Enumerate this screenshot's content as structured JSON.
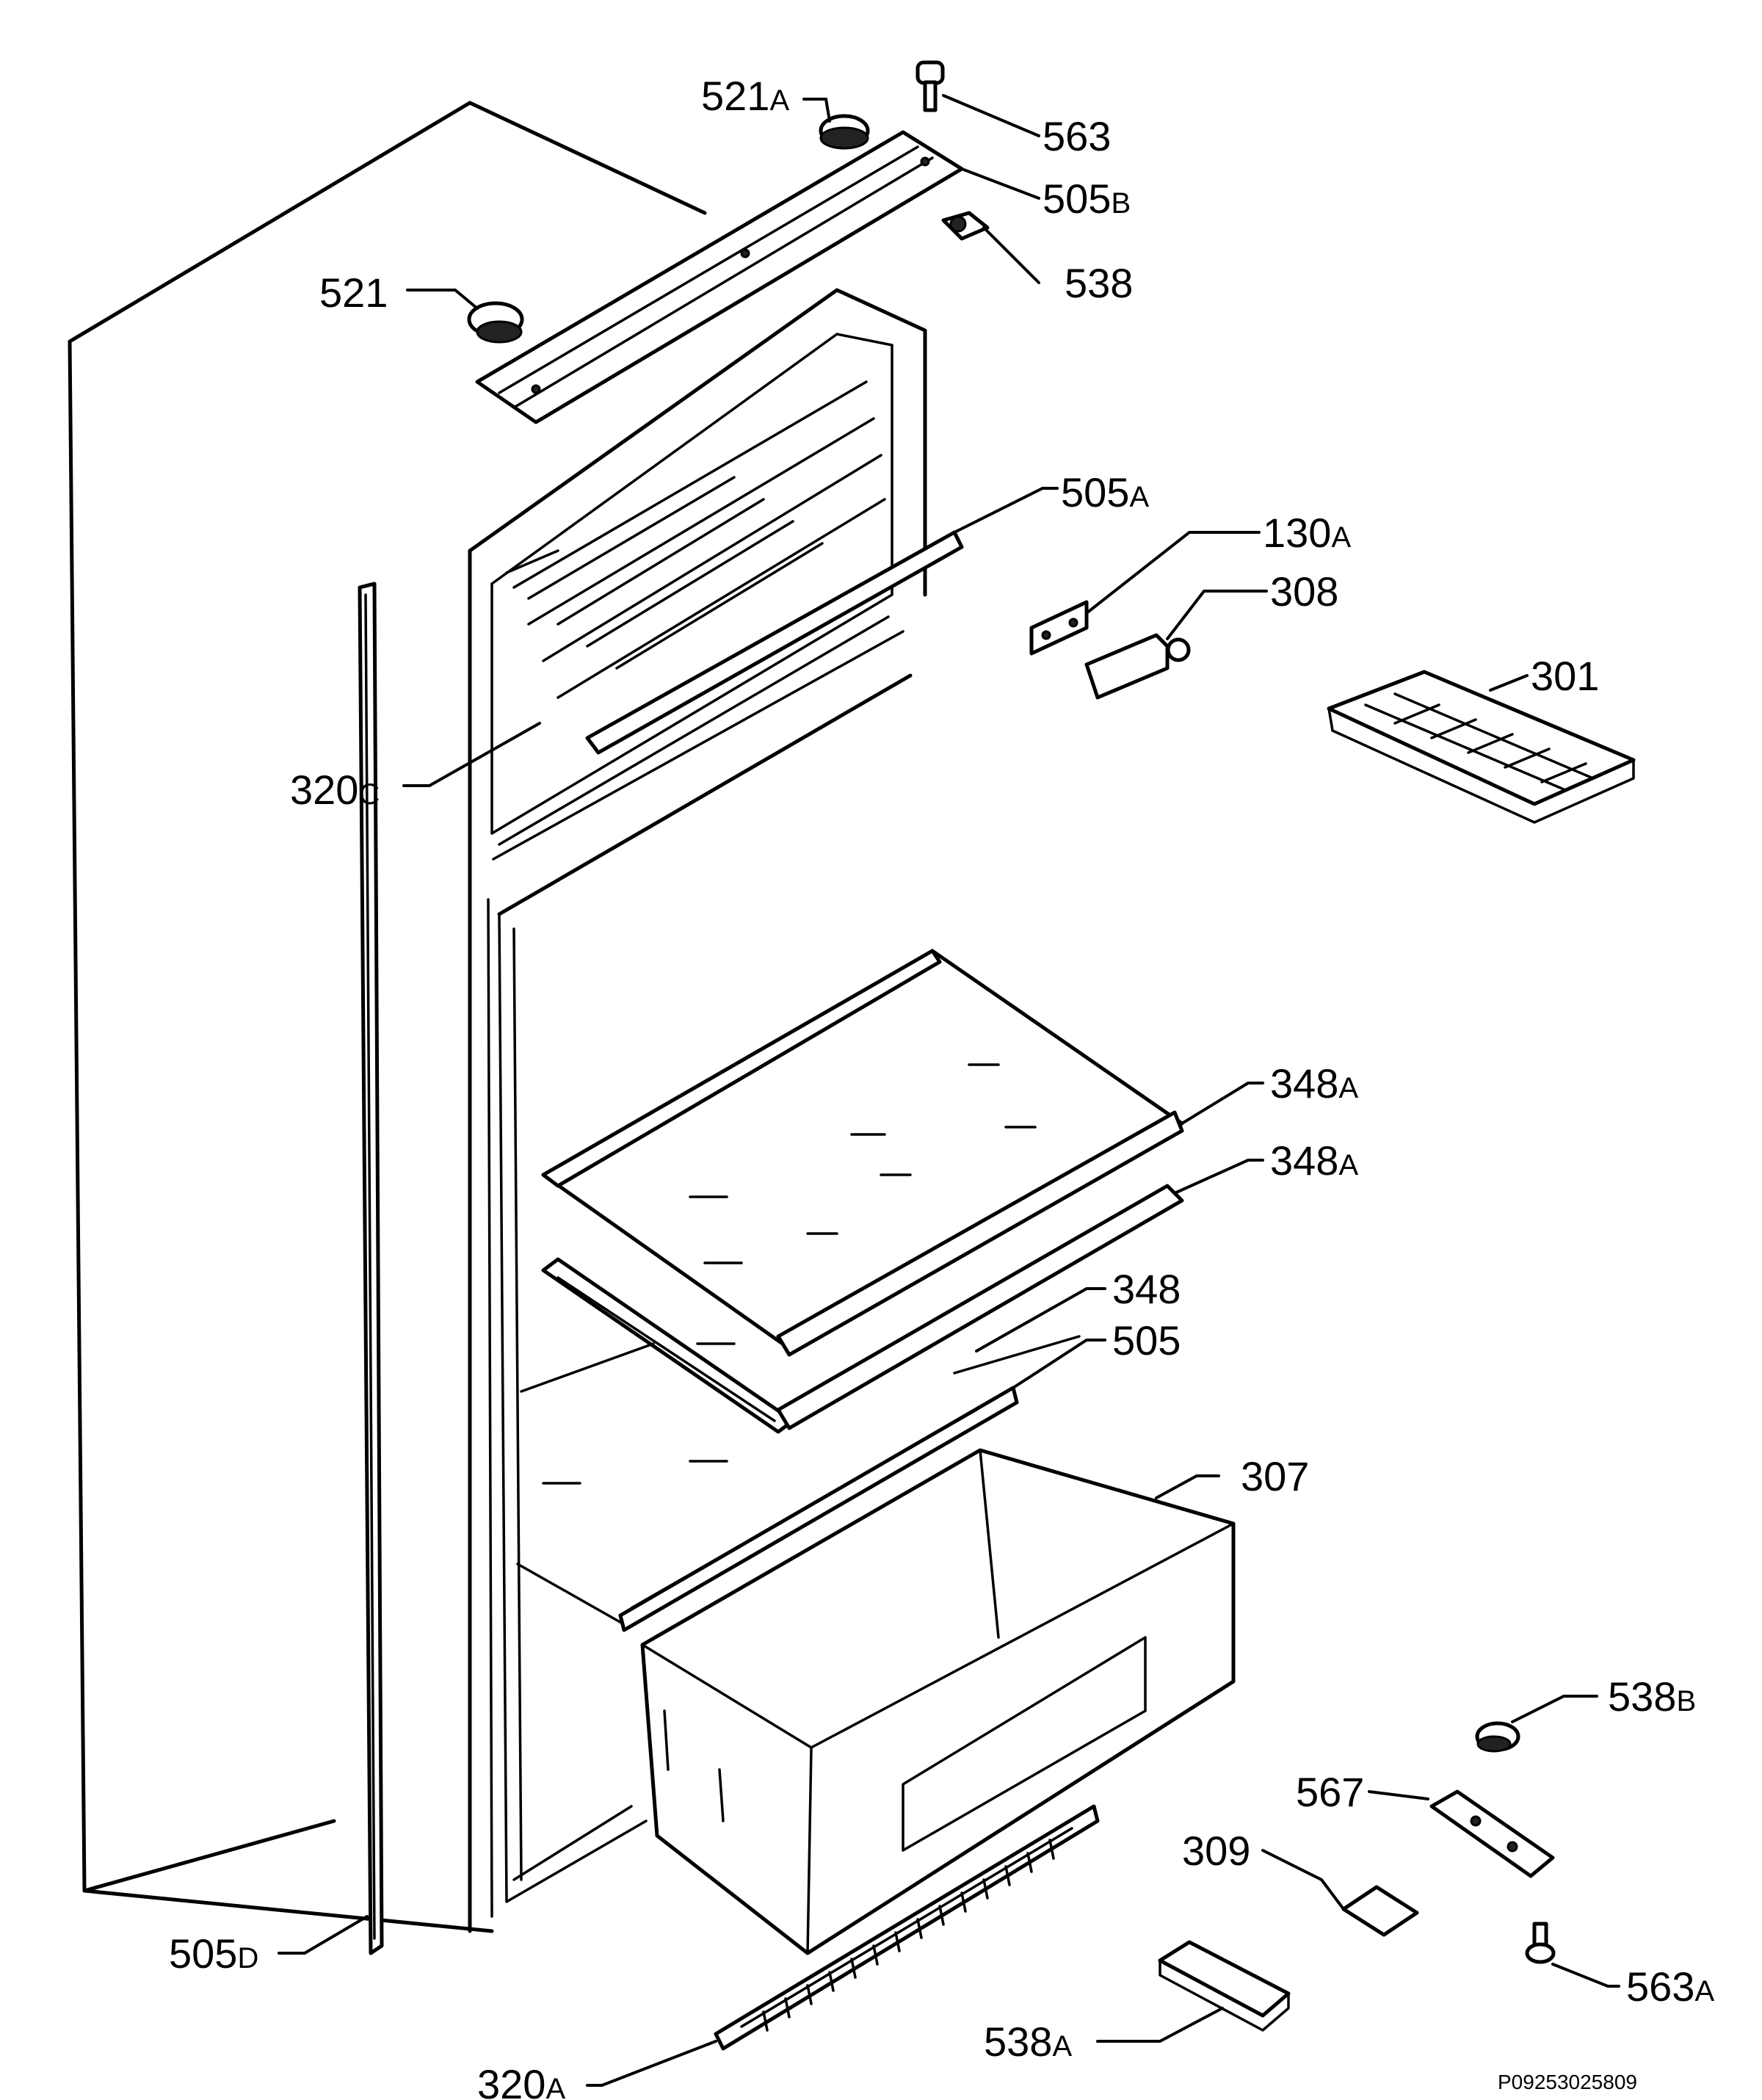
{
  "drawing_code": "P09253025809",
  "labels": {
    "l_563": {
      "num": "563",
      "suffix": ""
    },
    "l_521a": {
      "num": "521",
      "suffix": "A"
    },
    "l_505b": {
      "num": "505",
      "suffix": "B"
    },
    "l_538": {
      "num": "538",
      "suffix": ""
    },
    "l_521": {
      "num": "521",
      "suffix": ""
    },
    "l_505a": {
      "num": "505",
      "suffix": "A"
    },
    "l_130a": {
      "num": "130",
      "suffix": "A"
    },
    "l_308": {
      "num": "308",
      "suffix": ""
    },
    "l_301": {
      "num": "301",
      "suffix": ""
    },
    "l_320c": {
      "num": "320",
      "suffix": "C"
    },
    "l_348a_1": {
      "num": "348",
      "suffix": "A"
    },
    "l_348a_2": {
      "num": "348",
      "suffix": "A"
    },
    "l_348": {
      "num": "348",
      "suffix": ""
    },
    "l_505": {
      "num": "505",
      "suffix": ""
    },
    "l_307": {
      "num": "307",
      "suffix": ""
    },
    "l_538b": {
      "num": "538",
      "suffix": "B"
    },
    "l_567": {
      "num": "567",
      "suffix": ""
    },
    "l_309": {
      "num": "309",
      "suffix": ""
    },
    "l_505d": {
      "num": "505",
      "suffix": "D"
    },
    "l_563a": {
      "num": "563",
      "suffix": "A"
    },
    "l_538a": {
      "num": "538",
      "suffix": "A"
    },
    "l_320a": {
      "num": "320",
      "suffix": "A"
    }
  }
}
